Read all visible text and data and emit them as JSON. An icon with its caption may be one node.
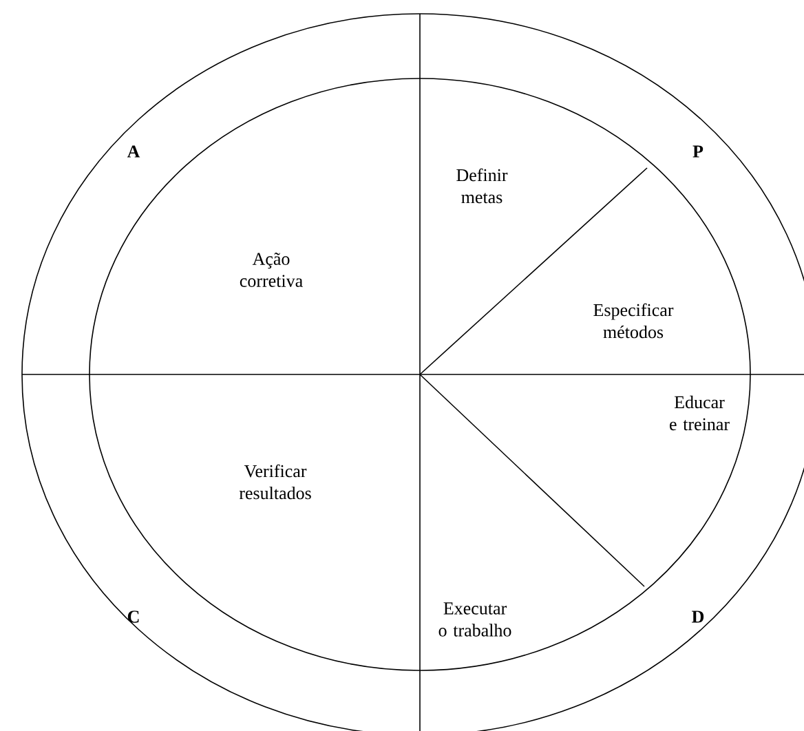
{
  "diagram": {
    "labels": [
      "A",
      "P",
      "Definir metas",
      "Ação corretiva",
      "Especificar métodos",
      "Educar e treinar",
      "Verificar resultados",
      "Executar o trabalho",
      "C",
      "D"
    ]
  }
}
